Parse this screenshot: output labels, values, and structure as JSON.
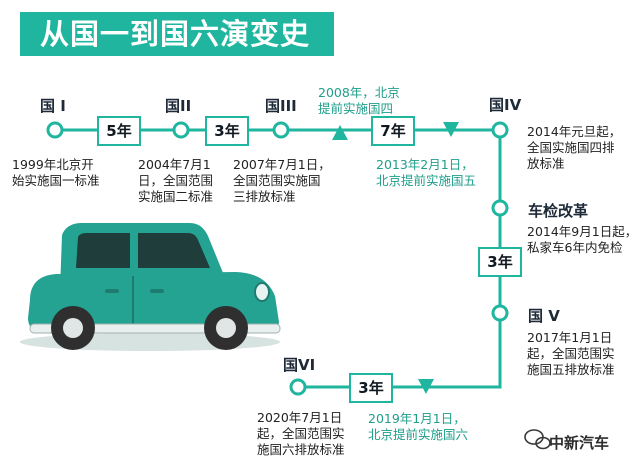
{
  "title": "从国一到国六演变史",
  "stages": {
    "g1": {
      "name": "国 I",
      "desc": [
        "1999年北京开",
        "始实施国一标准"
      ]
    },
    "g2": {
      "name": "国II",
      "desc": [
        "2004年7月1",
        "日，全国范围",
        "实施国二标准"
      ]
    },
    "g3": {
      "name": "国III",
      "desc": [
        "2007年7月1日，",
        "全国范围实施国",
        "三排放标准"
      ]
    },
    "g4": {
      "name": "国IV",
      "desc": [
        "2014年元旦起，",
        "全国实施国四排",
        "放标准"
      ]
    },
    "inspect": {
      "name": "车检改革",
      "desc": [
        "2014年9月1日起，",
        "私家车6年内免检"
      ]
    },
    "g5": {
      "name": "国 V",
      "desc": [
        "2017年1月1日",
        "起，全国范围实",
        "施国五排放标准"
      ]
    },
    "g6": {
      "name": "国VI",
      "desc": [
        "2020年7月1日",
        "起，全国范围实",
        "施国六排放标准"
      ]
    }
  },
  "beijing_notes": {
    "b4": [
      "2008年，北京",
      "提前实施国四"
    ],
    "b5": [
      "2013年2月1日，",
      "北京提前实施国五"
    ],
    "b6": [
      "2019年1月1日，",
      "北京提前实施国六"
    ]
  },
  "intervals": {
    "i1": "5年",
    "i2": "3年",
    "i3": "7年",
    "i4": "3年",
    "i5": "3年"
  },
  "brand": "中新汽车",
  "colors": {
    "accent": "#1fb59e",
    "teal_text": "#1f9e8a",
    "car_body": "#25a392",
    "car_dark": "#1e7b70"
  },
  "icons": {
    "car": "cartoon-car-icon",
    "wechat": "wechat-icon"
  }
}
